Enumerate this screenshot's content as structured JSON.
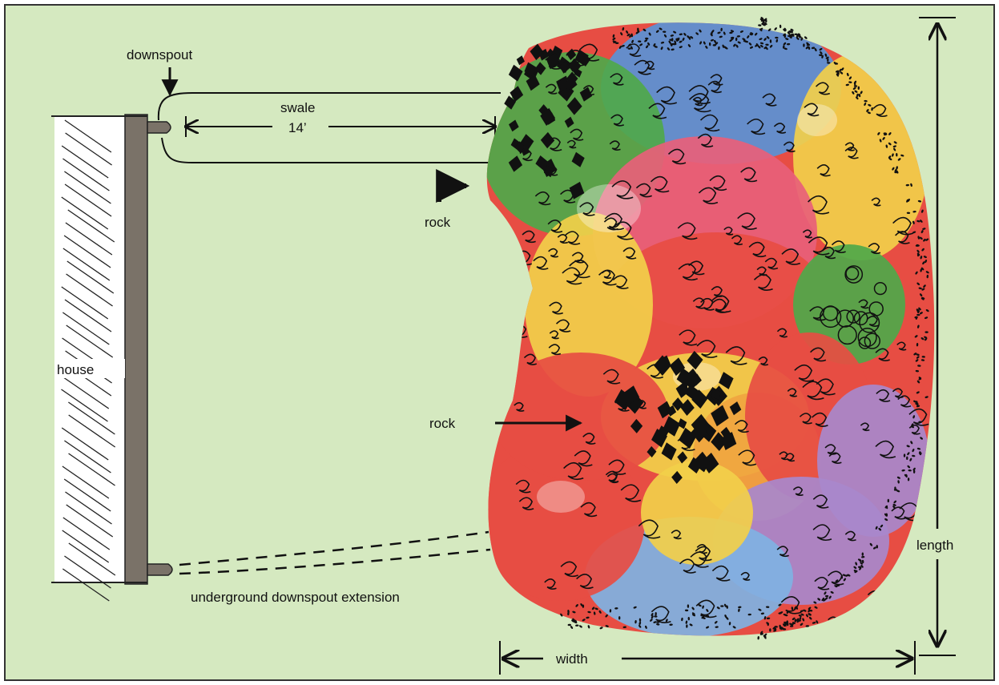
{
  "labels": {
    "downspout": "downspout",
    "swale": "swale",
    "swale_length": "14’",
    "rock_top": "rock",
    "rock_center": "rock",
    "house": "house",
    "extension": "underground downspout extension",
    "length": "length",
    "width": "width"
  },
  "colors": {
    "background": "#d5e9c0",
    "border": "#333333",
    "house_wall": "#7a7268",
    "hatch": "#222222",
    "ink": "#111111",
    "plant_green": "#4fa84a",
    "plant_blue": "#5a93d6",
    "plant_yellow": "#f2cf4a",
    "plant_red": "#e74d43",
    "plant_pink": "#e8607a",
    "plant_orange": "#f0a440",
    "plant_purple": "#a888cc",
    "plant_lightblue": "#7fb2e3"
  }
}
